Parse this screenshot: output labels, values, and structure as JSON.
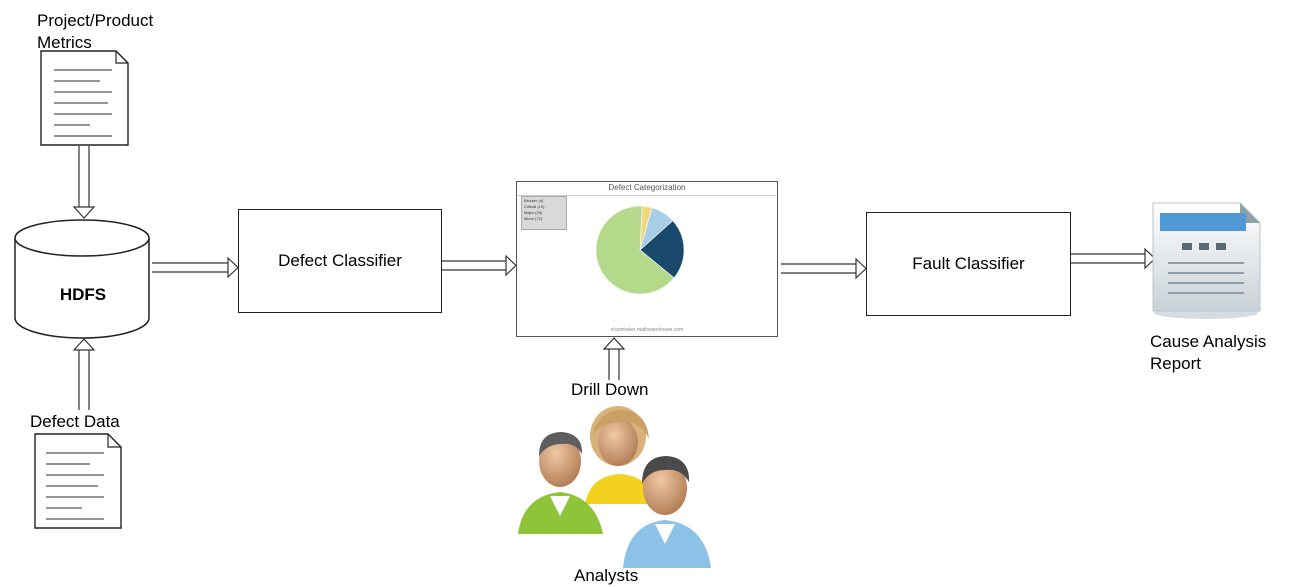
{
  "labels": {
    "metrics": "Project/Product\nMetrics",
    "hdfs": "HDFS",
    "defect_data": "Defect Data",
    "defect_classifier": "Defect Classifier",
    "fault_classifier": "Fault Classifier",
    "drill_down": "Drill Down",
    "analysts": "Analysts",
    "report": "Cause Analysis\nReport"
  },
  "chart": {
    "title": "Defect Categorization",
    "legend": [
      "Blocker (4)",
      "Critical (10)",
      "Major (25)",
      "Minor (72)"
    ],
    "footer": "chartmaker.mathwarehouse.com"
  },
  "chart_data": {
    "type": "pie",
    "title": "Defect Categorization",
    "categories": [
      "Blocker",
      "Critical",
      "Major",
      "Minor"
    ],
    "values": [
      4,
      10,
      25,
      72
    ],
    "colors": [
      "#f0d77a",
      "#a8cde6",
      "#1a4a6b",
      "#b5d98a"
    ],
    "legend_position": "top-left"
  }
}
